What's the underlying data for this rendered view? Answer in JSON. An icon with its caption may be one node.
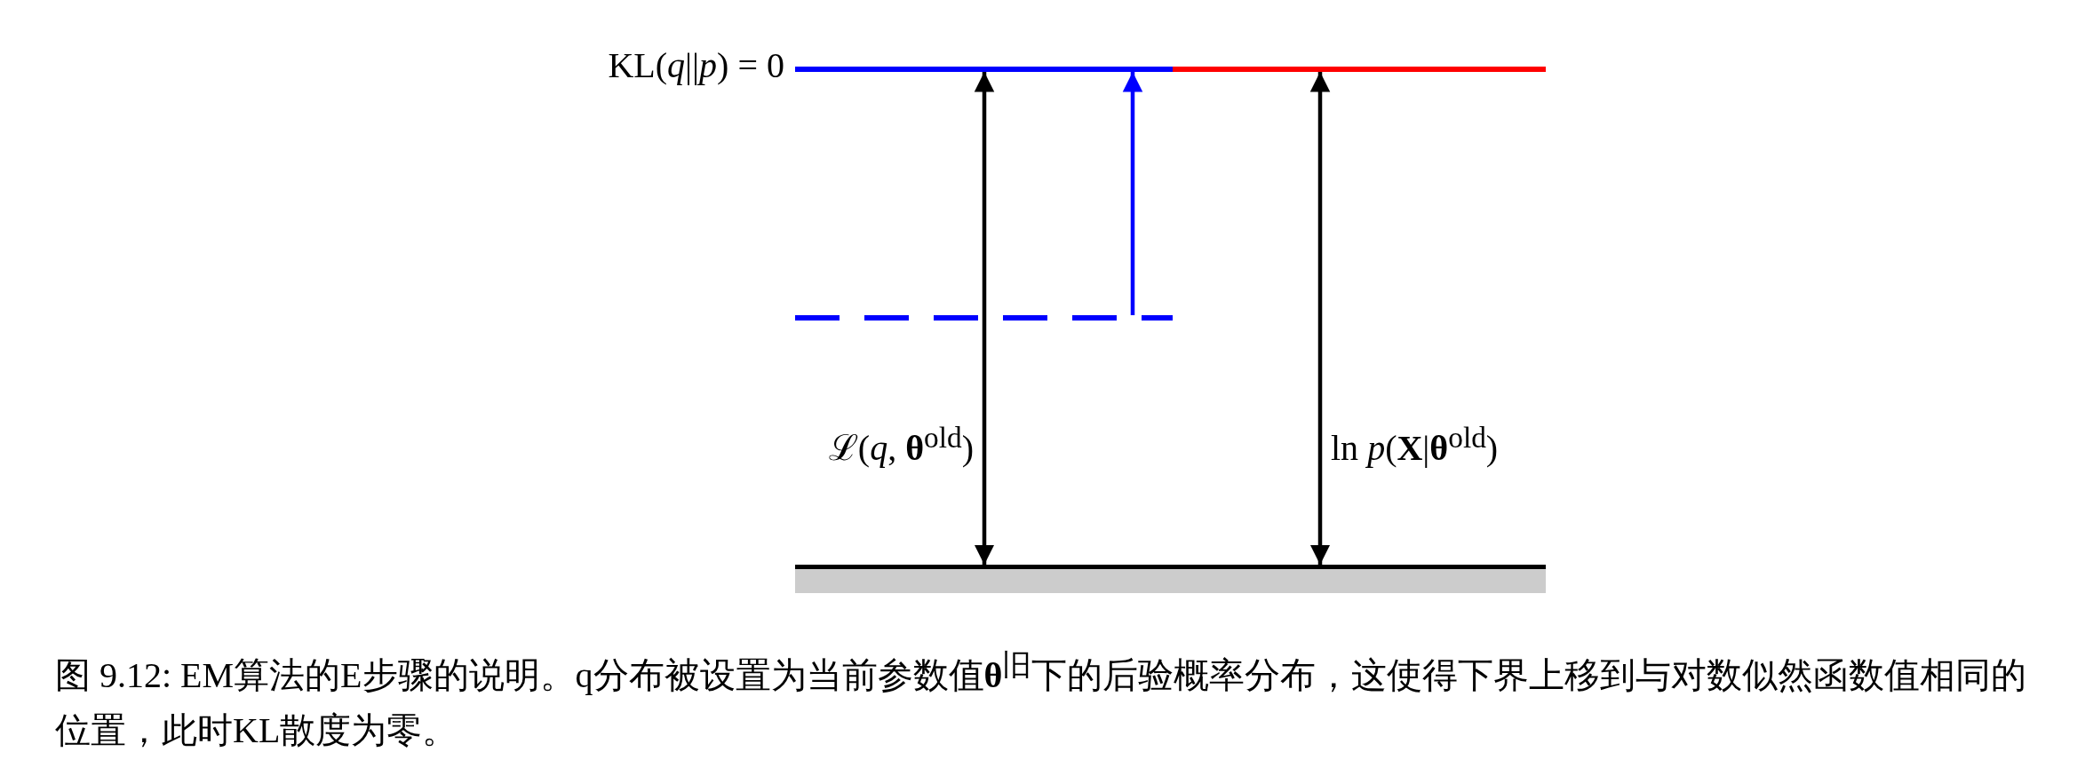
{
  "diagram": {
    "caption": "图 9.12: EM算法的E步骤的说明。q分布被设置为当前参数值**θ**$^{旧}$下的后验概率分布，这使得下界上移到与对数似然函数值相同的位置，此时KL散度为零。",
    "nodes": [
      {
        "text": [],
        "shape": "bar",
        "beside": [
          "KL(*q*||*p*) = 0"
        ]
      },
      {
        "text": [],
        "shape": "bar"
      },
      {
        "text": [],
        "shape": "bar"
      },
      {
        "text": [],
        "shape": "bar"
      }
    ],
    "edges": [
      {
        "from": 3,
        "to": 0,
        "arrow": "both",
        "label": "ℒ(*q*, **θ**$^{old}$)"
      },
      {
        "from": 2,
        "to": 0,
        "arrow": "to",
        "color": "#0000ff"
      },
      {
        "from": 3,
        "to": 1,
        "arrow": "both",
        "label": "ln *p*(**X**|**θ**$^{old}$)"
      }
    ]
  }
}
